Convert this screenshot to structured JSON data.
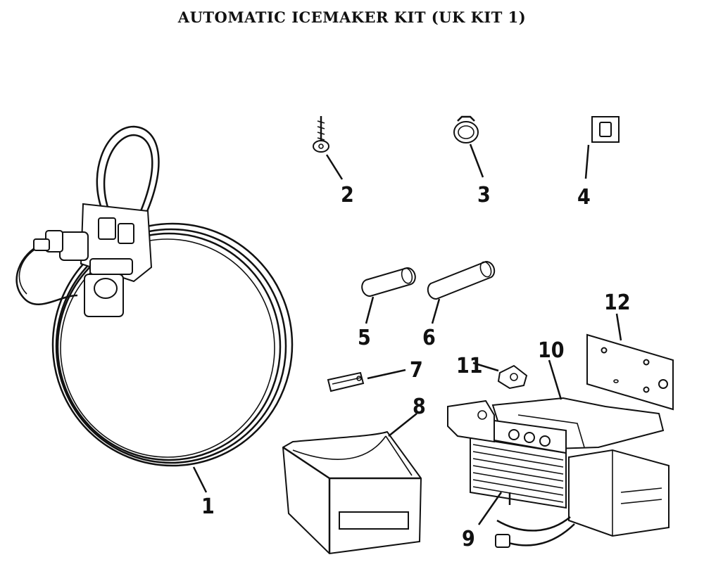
{
  "title": "AUTOMATIC ICEMAKER KIT (UK KIT 1)",
  "callouts": [
    "1",
    "2",
    "3",
    "4",
    "5",
    "6",
    "7",
    "8",
    "9",
    "10",
    "11",
    "12"
  ],
  "parts": [
    {
      "id": "1",
      "icon": "water-supply-tubing-coil-with-valve"
    },
    {
      "id": "2",
      "icon": "screw"
    },
    {
      "id": "3",
      "icon": "hose-clamp"
    },
    {
      "id": "4",
      "icon": "switch"
    },
    {
      "id": "5",
      "icon": "plug-short"
    },
    {
      "id": "6",
      "icon": "plug-long"
    },
    {
      "id": "7",
      "icon": "fill-cup-spout"
    },
    {
      "id": "8",
      "icon": "ice-storage-bin"
    },
    {
      "id": "9",
      "icon": "icemaker-assembly"
    },
    {
      "id": "10",
      "icon": "shield"
    },
    {
      "id": "11",
      "icon": "clip"
    },
    {
      "id": "12",
      "icon": "mounting-plate"
    }
  ]
}
